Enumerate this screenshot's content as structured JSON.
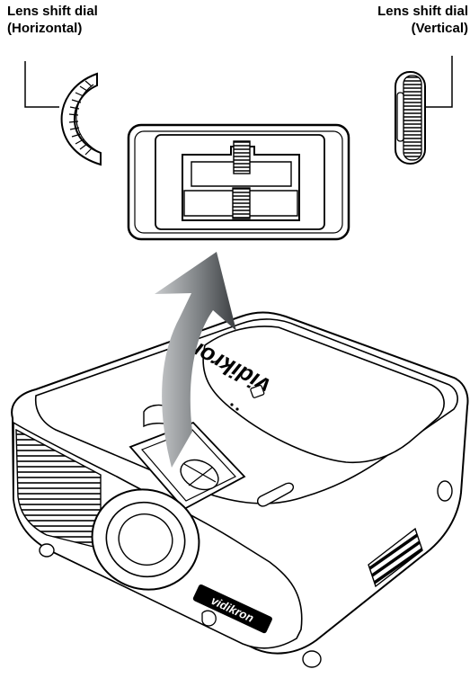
{
  "labels": {
    "horizontal_dial": {
      "line1": "Lens shift dial",
      "line2": "(Horizontal)"
    },
    "vertical_dial": {
      "line1": "Lens shift dial",
      "line2": "(Vertical)"
    }
  },
  "projector": {
    "brand_top": "vidikron",
    "brand_front": "vidikron"
  },
  "icons": [
    "horizontal-dial-icon",
    "vertical-dial-icon",
    "lens-shift-panel-icon",
    "lift-arrow-icon",
    "projector-icon"
  ],
  "colors": {
    "arrow_dark": "#3a3d40",
    "arrow_light": "#c8cacc",
    "outline": "#000000"
  }
}
